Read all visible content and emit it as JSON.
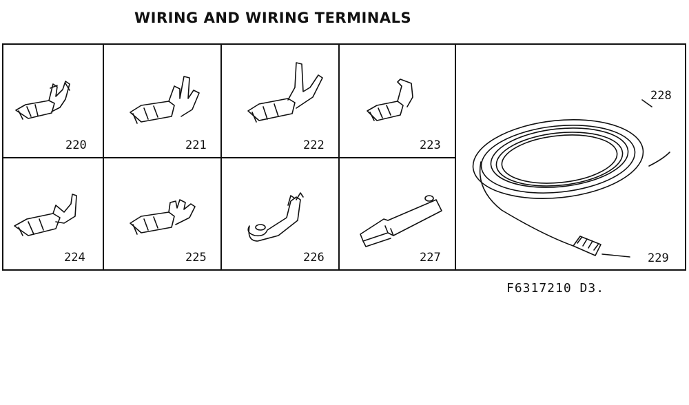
{
  "title": "WIRING AND WIRING TERMINALS",
  "parts": {
    "p220": "220",
    "p221": "221",
    "p222": "222",
    "p223": "223",
    "p224": "224",
    "p225": "225",
    "p226": "226",
    "p227": "227",
    "p228": "228",
    "p229": "229"
  },
  "reference": "F6317210 D3."
}
